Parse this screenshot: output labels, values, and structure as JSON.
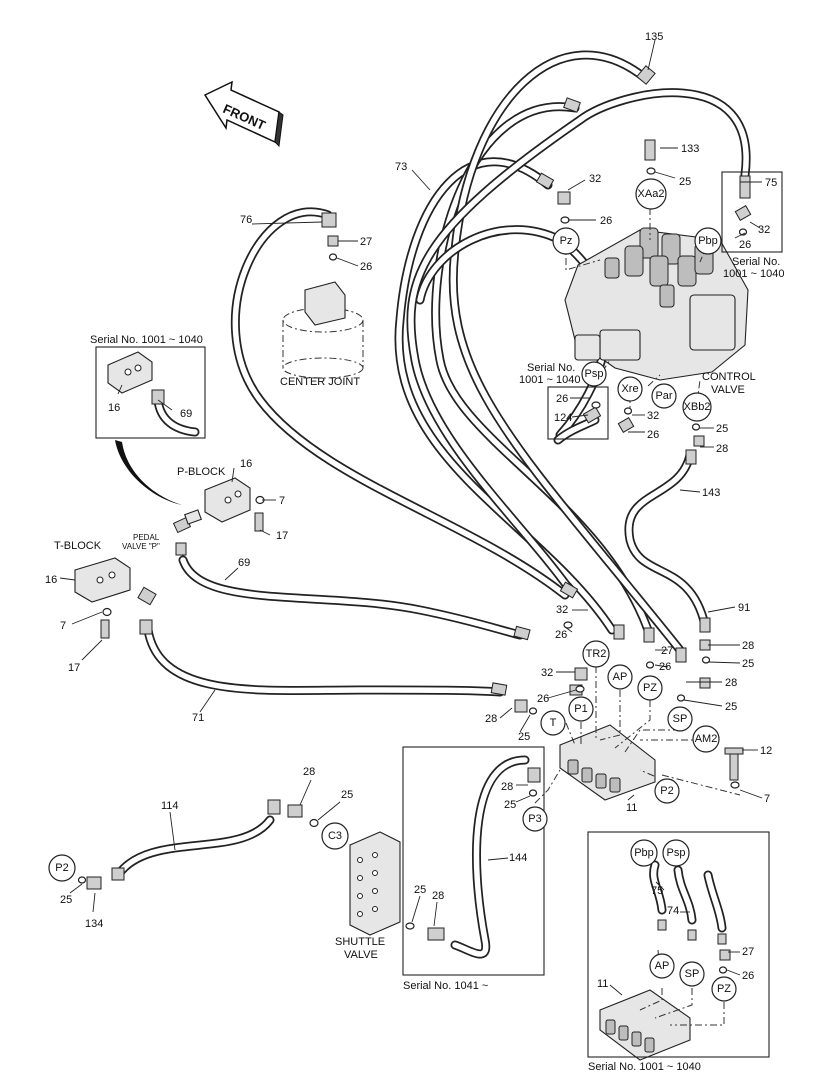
{
  "front_label": "FRONT",
  "labels": {
    "center_joint": "CENTER JOINT",
    "control_valve_1": "CONTROL",
    "control_valve_2": "VALVE",
    "p_block": "P-BLOCK",
    "t_block": "T-BLOCK",
    "pedal_valve_1": "PEDAL",
    "pedal_valve_2": "VALVE \"P\"",
    "shuttle_valve_1": "SHUTTLE",
    "shuttle_valve_2": "VALVE"
  },
  "serials": {
    "left_box": "Serial No. 1001 ~ 1040",
    "right_top_1": "Serial No.",
    "right_top_2": "1001 ~ 1040",
    "mid_1": "Serial No.",
    "mid_2": "1001 ~ 1040",
    "shuttle_box": "Serial No. 1041 ~",
    "bottom_box": "Serial No. 1001 ~ 1040"
  },
  "ports": [
    "XAa2",
    "Pz",
    "Pbp",
    "Psp",
    "Xre",
    "Par",
    "XBb2",
    "TR2",
    "AP",
    "PZ",
    "SP",
    "AM2",
    "P1",
    "T",
    "P2",
    "P3",
    "C3",
    "P2",
    "Pbp",
    "Psp",
    "AP",
    "SP",
    "PZ"
  ],
  "part_numbers": [
    "135",
    "133",
    "25",
    "73",
    "32",
    "26",
    "75",
    "32",
    "26",
    "76",
    "27",
    "26",
    "16",
    "69",
    "16",
    "7",
    "17",
    "16",
    "7",
    "17",
    "69",
    "71",
    "26",
    "124",
    "32",
    "26",
    "25",
    "28",
    "143",
    "91",
    "32",
    "26",
    "27",
    "26",
    "28",
    "25",
    "28",
    "32",
    "26",
    "28",
    "25",
    "25",
    "12",
    "7",
    "11",
    "28",
    "25",
    "114",
    "25",
    "134",
    "28",
    "25",
    "144",
    "25",
    "28",
    "75",
    "74",
    "27",
    "26",
    "11"
  ]
}
